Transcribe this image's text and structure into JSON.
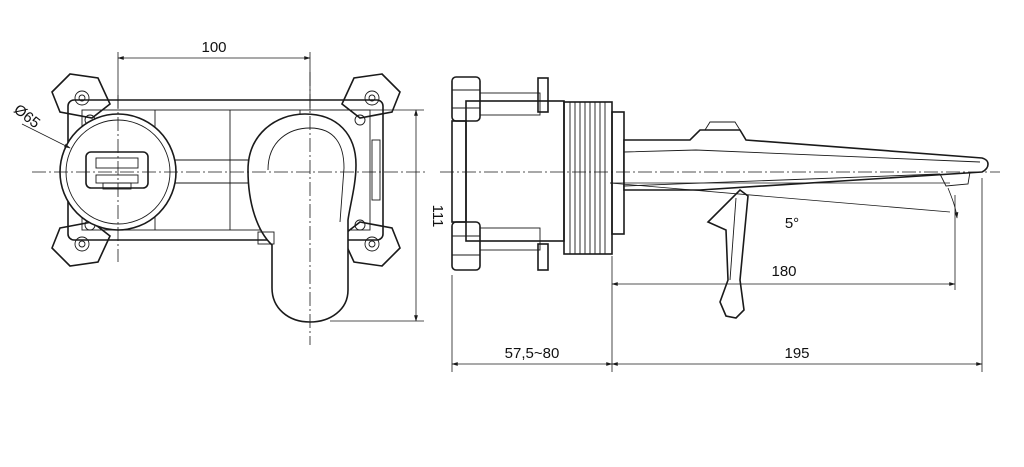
{
  "drawing": {
    "type": "technical drawing",
    "views": [
      "front view",
      "side view"
    ],
    "dimensions": {
      "front_width": "100",
      "front_height": "111",
      "front_diameter": "Ø65",
      "side_depth": "57,5~80",
      "side_projection": "195",
      "side_spout": "180",
      "side_angle": "5°"
    }
  },
  "colors": {
    "line": "#1a1a1a",
    "background": "#ffffff"
  }
}
